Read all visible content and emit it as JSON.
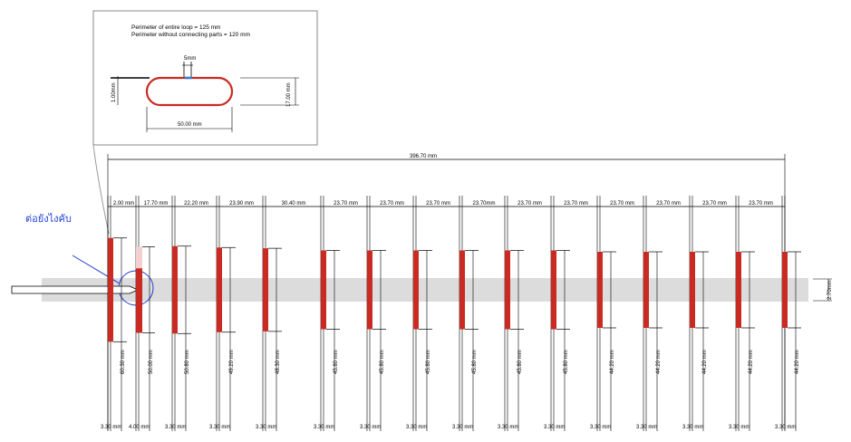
{
  "inset": {
    "perimeter_total": "Perimeter of entire loop  = 125 mm",
    "perimeter_without": "Perimeter without connecting parts = 120 mm",
    "gap_label": "5mm",
    "left_height_label": "1.00mm",
    "right_height_label": "17.00 mm",
    "width_label": "50.00 mm"
  },
  "callout_label": "ต่อยังไงคับ",
  "overall_length_label": "396.70 mm",
  "right_marker_label": "2.70mm",
  "colors": {
    "electrode": "#c92a22",
    "band": "#dcdcdc",
    "callout_blue": "#1f3fd6",
    "gap_blue": "#2f7fd0"
  },
  "electrodes": [
    {
      "spacing": "2.00 mm",
      "length": "60.30 mm",
      "width": "3.30 mm",
      "len_mm": 60.3
    },
    {
      "spacing": "17.70 mm",
      "length": "50.00 mm",
      "width": "4.00 mm",
      "len_mm": 50.0
    },
    {
      "spacing": "22.20 mm",
      "length": "50.80 mm",
      "width": "3.30 mm",
      "len_mm": 50.8
    },
    {
      "spacing": "23.90 mm",
      "length": "49.20 mm",
      "width": "3.30 mm",
      "len_mm": 49.2
    },
    {
      "spacing": "30.40 mm",
      "length": "48.30 mm",
      "width": "3.30 mm",
      "len_mm": 48.3
    },
    {
      "spacing": "23.70 mm",
      "length": "45.80 mm",
      "width": "3.30 mm",
      "len_mm": 45.8
    },
    {
      "spacing": "23.70 mm",
      "length": "45.80 mm",
      "width": "3.30 mm",
      "len_mm": 45.8
    },
    {
      "spacing": "23.70 mm",
      "length": "45.80 mm",
      "width": "3.30 mm",
      "len_mm": 45.8
    },
    {
      "spacing": "23.70mm",
      "length": "45.80 mm",
      "width": "3.30 mm",
      "len_mm": 45.8
    },
    {
      "spacing": "23.70 mm",
      "length": "45.80 mm",
      "width": "3.30 mm",
      "len_mm": 45.8
    },
    {
      "spacing": "23.70 mm",
      "length": "45.80 mm",
      "width": "3.30 mm",
      "len_mm": 45.8
    },
    {
      "spacing": "23.70 mm",
      "length": "44.20 mm",
      "width": "3.30 mm",
      "len_mm": 44.2
    },
    {
      "spacing": "23.70 mm",
      "length": "44.20 mm",
      "width": "3.30 mm",
      "len_mm": 44.2
    },
    {
      "spacing": "23.70 mm",
      "length": "44.20 mm",
      "width": "3.30 mm",
      "len_mm": 44.2
    },
    {
      "spacing": "23.70 mm",
      "length": "44.20 mm",
      "width": "3.30 mm",
      "len_mm": 44.2
    },
    {
      "spacing": null,
      "length": "44.20 mm",
      "width": "3.30 mm",
      "len_mm": 44.2
    }
  ]
}
